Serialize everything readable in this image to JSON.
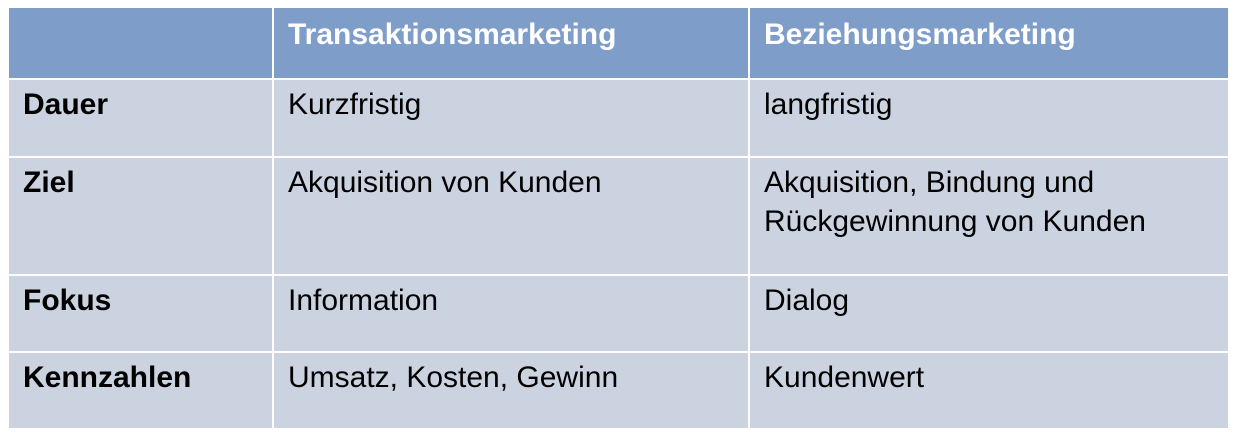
{
  "table": {
    "headers": [
      "",
      "Transaktionsmarketing",
      "Beziehungsmarketing"
    ],
    "rows": [
      {
        "label": "Dauer",
        "transaktion": "Kurzfristig",
        "beziehung": "langfristig"
      },
      {
        "label": "Ziel",
        "transaktion": "Akquisition von Kunden",
        "beziehung_line1": "Akquisition, Bindung und",
        "beziehung_line2": "Rückgewinnung von Kunden"
      },
      {
        "label": "Fokus",
        "transaktion": "Information",
        "beziehung": "Dialog"
      },
      {
        "label": "Kennzahlen",
        "transaktion": "Umsatz, Kosten, Gewinn",
        "beziehung": "Kundenwert"
      }
    ]
  },
  "colors": {
    "header_bg": "#7f9dc9",
    "row_bg": "#ccd3e0",
    "border": "#ffffff"
  }
}
